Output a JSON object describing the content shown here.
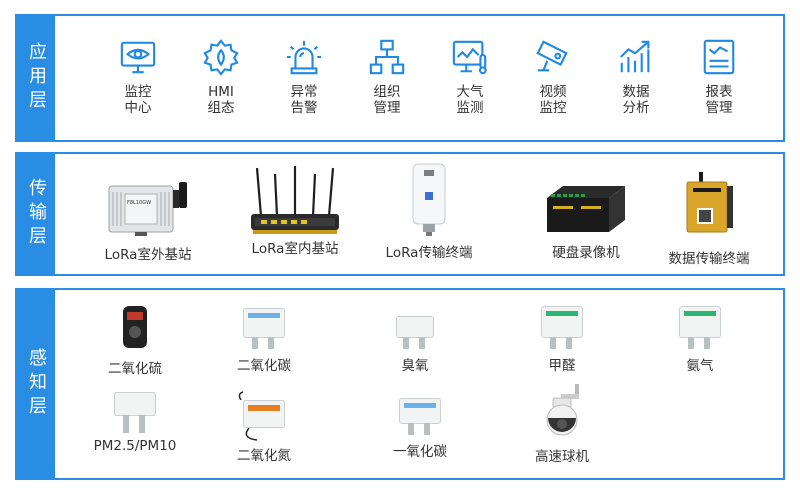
{
  "layers": {
    "application": {
      "title": "应用层",
      "items": [
        {
          "label": "监控\n中心",
          "icon": "monitor-eye-icon"
        },
        {
          "label": "HMI\n组态",
          "icon": "hmi-config-icon"
        },
        {
          "label": "异常\n告警",
          "icon": "alarm-light-icon"
        },
        {
          "label": "组织\n管理",
          "icon": "org-chart-icon"
        },
        {
          "label": "大气\n监测",
          "icon": "atmosphere-monitor-icon"
        },
        {
          "label": "视频\n监控",
          "icon": "camera-icon"
        },
        {
          "label": "数据\n分析",
          "icon": "bar-chart-icon"
        },
        {
          "label": "报表\n管理",
          "icon": "report-icon"
        }
      ]
    },
    "transport": {
      "title": "传输层",
      "devices": [
        {
          "label": "LoRa室外基站"
        },
        {
          "label": "LoRa室内基站"
        },
        {
          "label": "LoRa传输终端"
        },
        {
          "label": "硬盘录像机"
        },
        {
          "label": "数据传输终端"
        }
      ]
    },
    "sensing": {
      "title": "感知层",
      "sensors": [
        {
          "label": "二氧化硫"
        },
        {
          "label": "二氧化碳"
        },
        {
          "label": "臭氧"
        },
        {
          "label": "甲醛"
        },
        {
          "label": "氨气"
        },
        {
          "label": "PM2.5/PM10"
        },
        {
          "label": "二氧化氮"
        },
        {
          "label": "一氧化碳"
        },
        {
          "label": "高速球机"
        }
      ]
    }
  },
  "colors": {
    "accent": "#2a8de4",
    "icon": "#1e88e5"
  }
}
